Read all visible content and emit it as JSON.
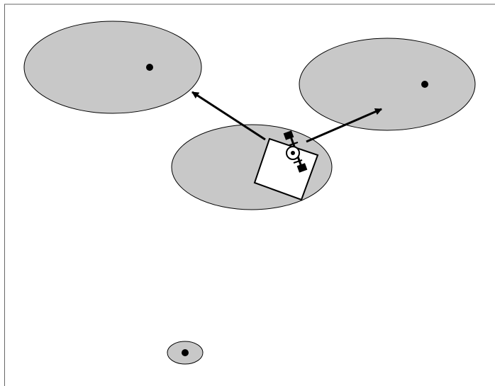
{
  "colors": {
    "region_fill": "#c8c8c8",
    "stroke": "#000000",
    "background": "#ffffff",
    "robot_fill": "#ffffff"
  },
  "figure": {
    "regions": [
      {
        "name": "region-top-left"
      },
      {
        "name": "region-top-right"
      },
      {
        "name": "region-center"
      },
      {
        "name": "region-small-bottom"
      }
    ],
    "arrows": [
      {
        "name": "arrow-to-top-left",
        "from": "region-center",
        "to": "region-top-left"
      },
      {
        "name": "arrow-to-top-right",
        "from": "region-center",
        "to": "region-top-right"
      }
    ],
    "robot": {
      "icon": "robot-body-icon",
      "sensor": "rotating-sensor-icon"
    }
  }
}
